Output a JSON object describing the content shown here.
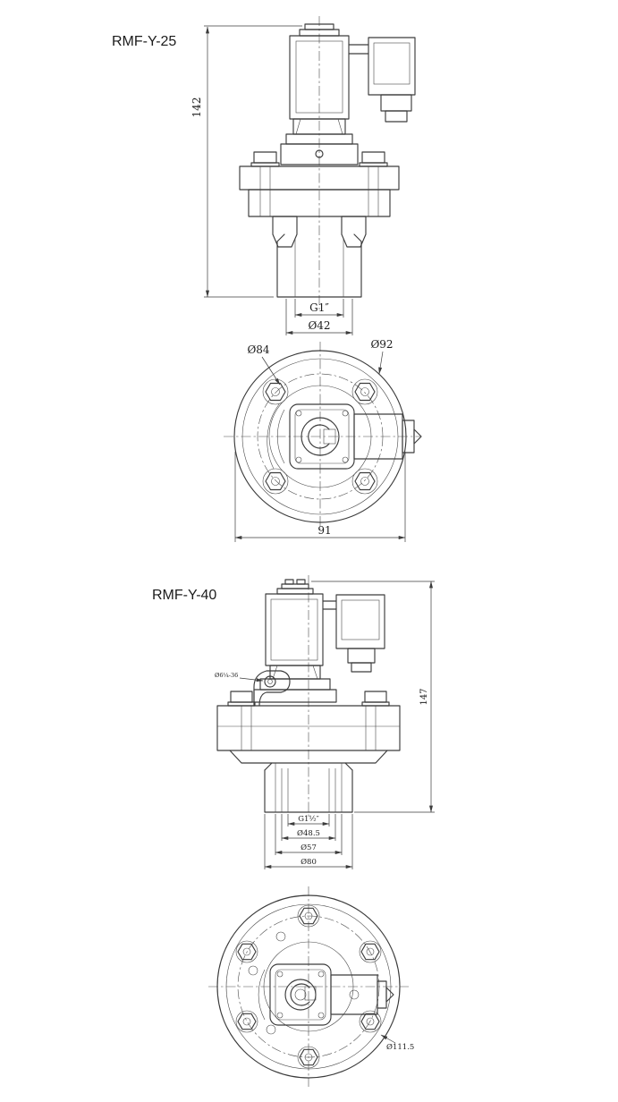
{
  "colors": {
    "ink": "#3c3c3c",
    "background": "#ffffff"
  },
  "rmf25": {
    "title": "RMF-Y-25",
    "side": {
      "height": "142",
      "thread": "G1″",
      "outlet": "Ø42"
    },
    "top": {
      "bolt_circle": "Ø84",
      "outer": "Ø92",
      "width": "91"
    }
  },
  "rmf40": {
    "title": "RMF-Y-40",
    "side": {
      "height": "147",
      "pilot_note": "Ø6¼-36",
      "thread": "G1½″",
      "inner_dia": "Ø48.5",
      "mid_dia": "Ø57",
      "outer_dia": "Ø80"
    },
    "top": {
      "outer": "Ø111.5"
    }
  }
}
